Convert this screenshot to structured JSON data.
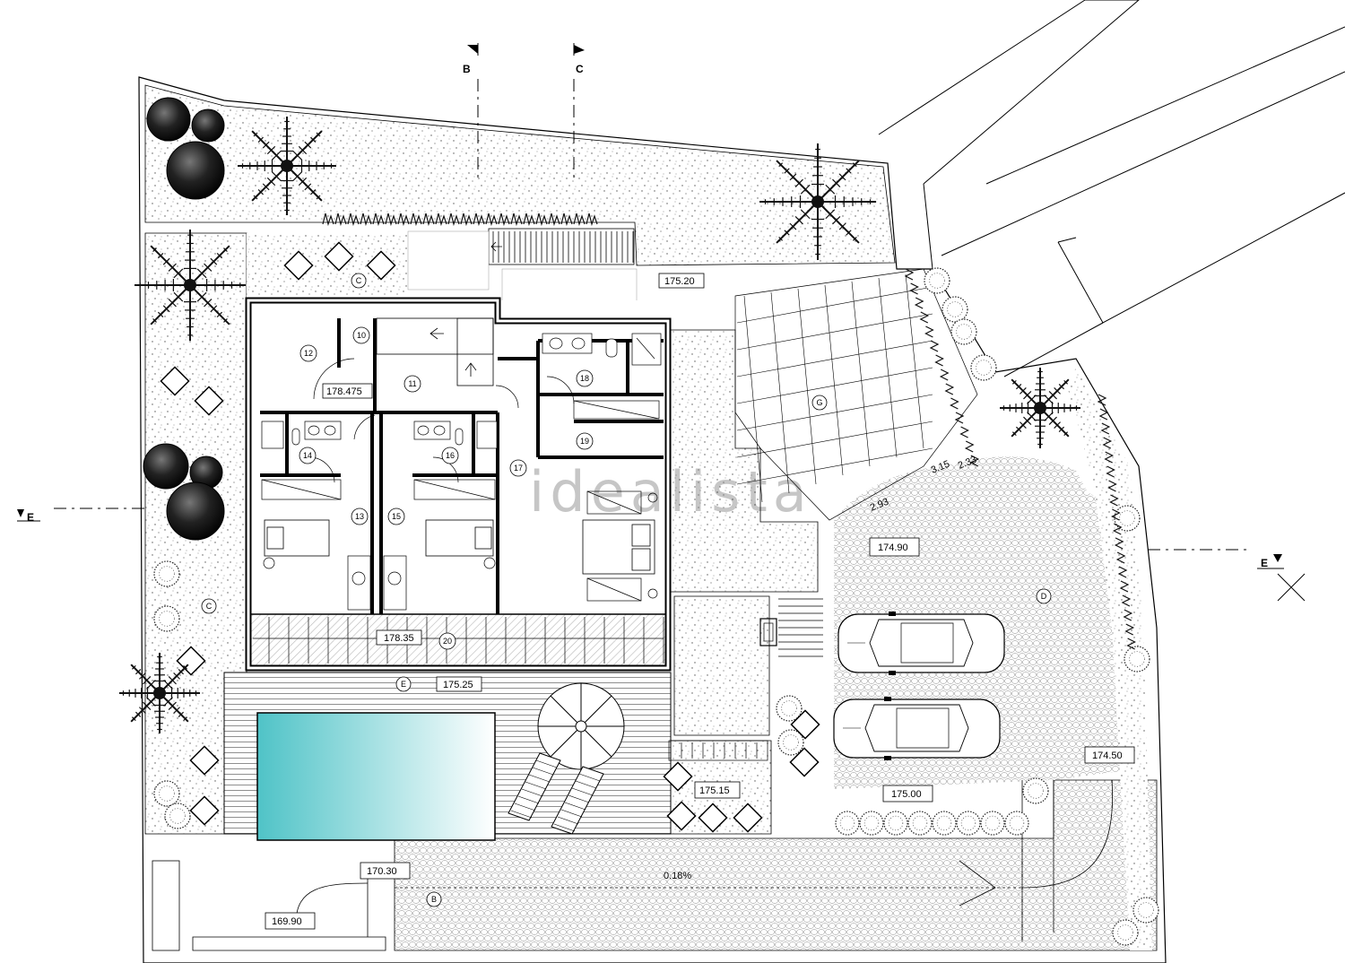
{
  "watermark": "idealista",
  "section_markers": {
    "b_top": "B",
    "c_top": "C",
    "e_left": "E",
    "e_right": "E"
  },
  "rooms": {
    "r10": "10",
    "r11": "11",
    "r12": "12",
    "r13": "13",
    "r14": "14",
    "r15": "15",
    "r16": "16",
    "r17": "17",
    "r18": "18",
    "r19": "19",
    "r20": "20"
  },
  "zones": {
    "C_top": "C",
    "C_left": "C",
    "G": "G",
    "D": "D",
    "E": "E",
    "B": "B"
  },
  "levels": {
    "l_175_20": "175.20",
    "l_178_475": "178.475",
    "l_178_35": "178.35",
    "l_175_25": "175.25",
    "l_174_90": "174.90",
    "l_174_50": "174.50",
    "l_175_15": "175.15",
    "l_175_00": "175.00",
    "l_170_30": "170.30",
    "l_169_90": "169.90"
  },
  "dimensions": {
    "d_2_93": "2.93",
    "d_3_15": "3.15",
    "d_2_33": "2.33",
    "slope": "0.18%"
  },
  "colors": {
    "pool_start": "#4fc3c7",
    "pool_end": "#ffffff",
    "line": "#000000",
    "hatch": "#6a6a6a"
  }
}
